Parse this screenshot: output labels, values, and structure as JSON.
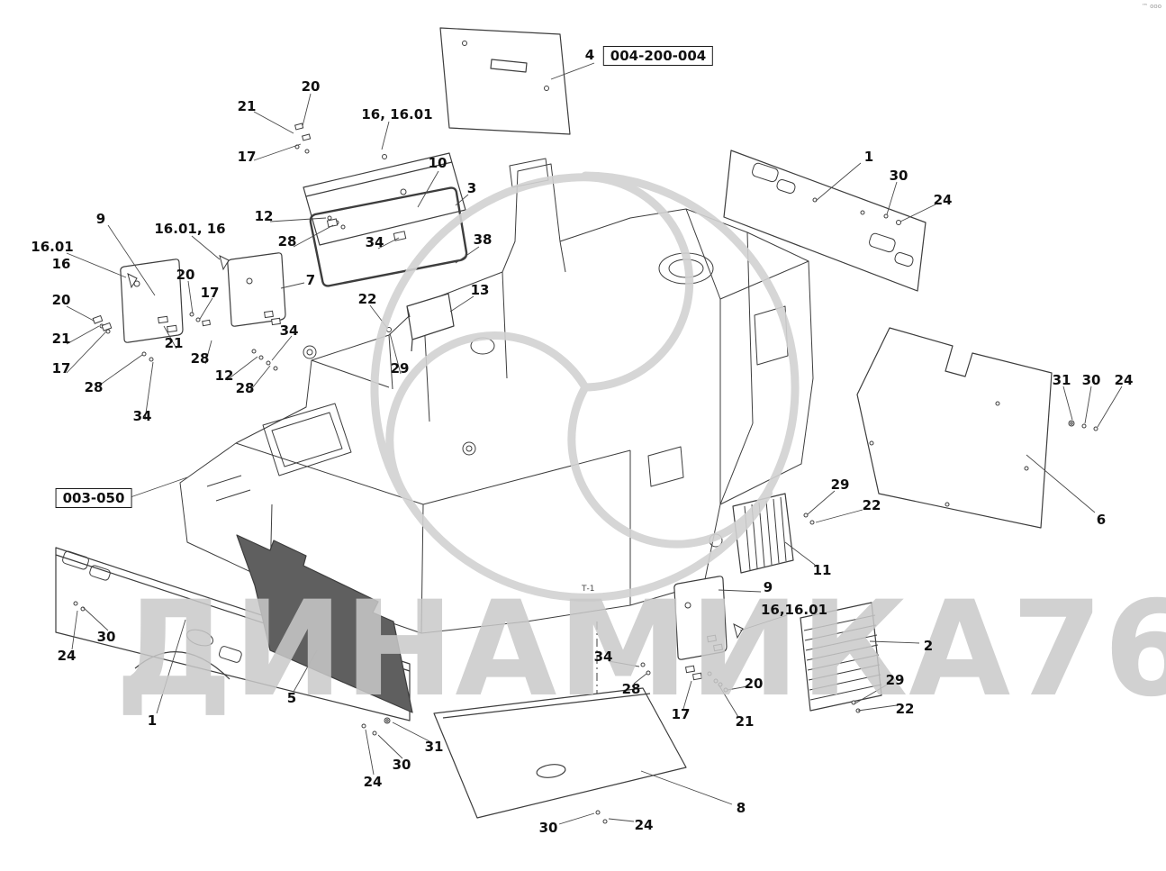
{
  "colors": {
    "line": "#3d3d3d",
    "watermark": "#c9c9c9",
    "background": "#ffffff",
    "dark_panel": "#5f5f5f"
  },
  "watermark": {
    "text": "ДИНАМИКА76",
    "corner_mark": "™ ооо"
  },
  "part_boxes": {
    "top": "004-200-004",
    "left": "003-050"
  },
  "t_mark": "Т-1",
  "callouts": [
    "4",
    "20",
    "21",
    "16, 16.01",
    "17",
    "10",
    "3",
    "9",
    "12",
    "16.01, 16",
    "28",
    "34",
    "38",
    "16.01",
    "16",
    "20",
    "7",
    "17",
    "22",
    "13",
    "20",
    "21",
    "21",
    "34",
    "28",
    "17",
    "12",
    "28",
    "28",
    "29",
    "34",
    "1",
    "30",
    "24",
    "31",
    "30",
    "24",
    "29",
    "22",
    "6",
    "11",
    "9",
    "16,16.01",
    "2",
    "34",
    "28",
    "20",
    "17",
    "21",
    "29",
    "22",
    "30",
    "24",
    "5",
    "1",
    "31",
    "30",
    "24",
    "8",
    "30",
    "24"
  ]
}
